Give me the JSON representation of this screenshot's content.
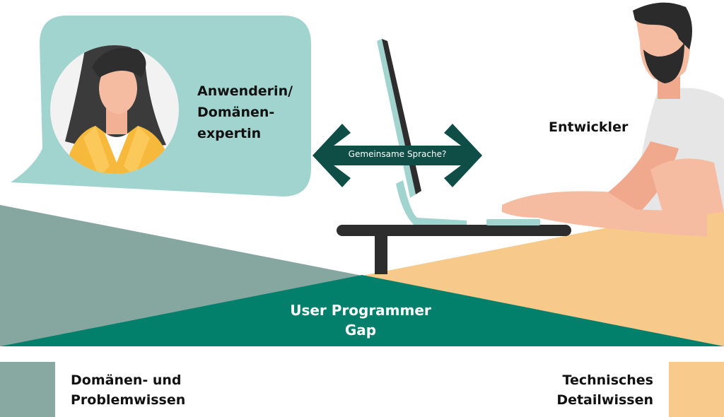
{
  "colors": {
    "teal_light": "#a2d4cf",
    "teal_gray": "#86a7a0",
    "dark_green": "#02806c",
    "arrow_green": "#0f4e46",
    "peach": "#f7c98b",
    "legend_gray": "#87a9a2",
    "legend_peach": "#f8ca8c"
  },
  "persona": {
    "label_lines": [
      "Anwenderin/",
      "Domänen-",
      "expertin"
    ]
  },
  "developer": {
    "label": "Entwickler"
  },
  "arrow": {
    "label": "Gemeinsame Sprache?"
  },
  "gap": {
    "label_lines": [
      "User Programmer",
      "Gap"
    ]
  },
  "legend": {
    "left": {
      "lines": [
        "Domänen- und",
        "Problemwissen"
      ]
    },
    "right": {
      "lines": [
        "Technisches",
        "Detailwissen"
      ]
    }
  }
}
